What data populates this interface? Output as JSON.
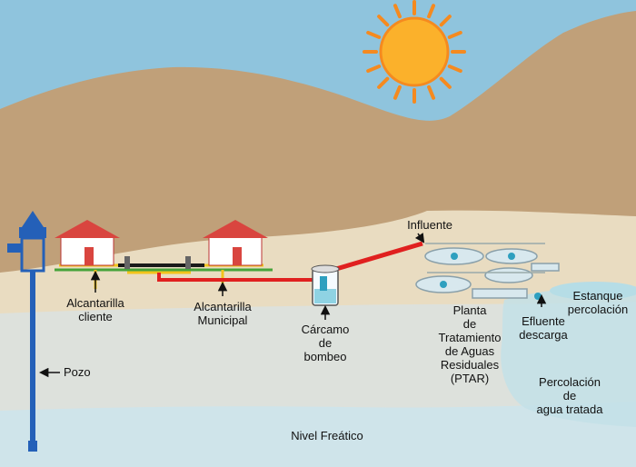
{
  "title": "Sistema de alcantarillado y tratamiento de aguas residuales",
  "colors": {
    "sky": "#8fc4dd",
    "mountain": "#c0a079",
    "ground": "#e9dcc1",
    "groundwater": "#dde1dc",
    "water_table": "#cfe4ea",
    "pond": "#b6dde6",
    "sun": "#fbb12b",
    "sun_rays": "#f58a1f",
    "house_roof": "#d9453f",
    "house_wall": "#ffffff",
    "pipe_red": "#e0201f",
    "pipe_black": "#1a1a1a",
    "pipe_yellow": "#f2c41b",
    "pipe_green": "#46a33a",
    "well": "#2460b8"
  },
  "labels": {
    "alcantarilla_cliente": [
      "Alcantarilla",
      "cliente"
    ],
    "alcantarilla_municipal": [
      "Alcantarilla",
      "Municipal"
    ],
    "carcamo": [
      "Cárcamo",
      "de",
      "bombeo"
    ],
    "influente": "Influente",
    "planta": [
      "Planta",
      "de",
      "Tratamiento",
      "de Aguas",
      "Residuales",
      "(PTAR)"
    ],
    "efluente": [
      "Efluente",
      "descarga"
    ],
    "estanque": [
      "Estanque",
      "percolación"
    ],
    "percolacion": [
      "Percolación",
      "de",
      "agua tratada"
    ],
    "pozo": "Pozo",
    "nivel_freatico": "Nivel Freático"
  },
  "icons": [
    "sun-icon",
    "house-icon",
    "well-tower-icon",
    "pump-station-icon",
    "treatment-plant-icon",
    "arrow-icon"
  ]
}
